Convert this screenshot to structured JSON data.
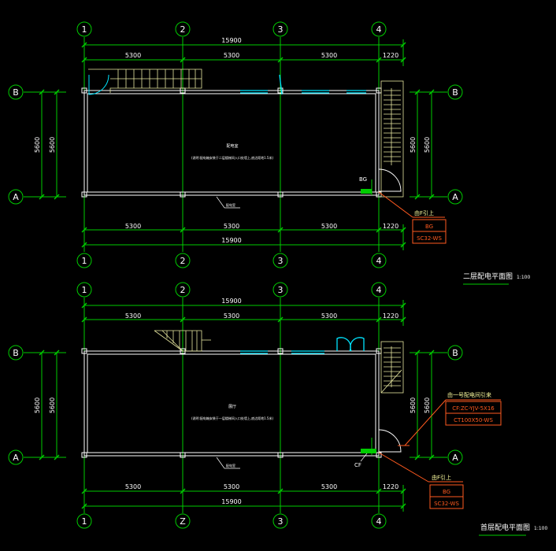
{
  "colors": {
    "background": "#000000",
    "grid_axis": "#00cc00",
    "dim_line": "#00cc00",
    "wall": "#ffffff",
    "stair": "#e8e8a0",
    "window": "#00e5ff",
    "door": "#ffffff",
    "equipment": "#00cc00",
    "annotation": "#ff5a1f",
    "text": "#ffffff",
    "text_yellow": "#ffffa0"
  },
  "upper_plan": {
    "title": "二层配电平面图",
    "scale": "1:100",
    "columns": [
      "1",
      "2",
      "3",
      "4"
    ],
    "rows": [
      "B",
      "A"
    ],
    "dim_total_top": "15900",
    "dim_segments_top": [
      "5300",
      "5300",
      "5300",
      "1220"
    ],
    "dim_segments_bottom": [
      "5300",
      "5300",
      "5300",
      "1220"
    ],
    "dim_total_bottom": "15900",
    "dim_vertical": [
      "5600",
      "5600",
      "5600",
      "5600"
    ],
    "room_name": "配电室",
    "room_note": "(说明:配电箱安装于二层楼梯间入口处墙上,底边距地1.5米)",
    "equip_label": "BG",
    "floor_note": "配电室",
    "callout": {
      "header": "由F引上",
      "line1": "BG",
      "line2": "SC32-WS"
    }
  },
  "lower_plan": {
    "title": "首层配电平面图",
    "scale": "1:100",
    "columns": [
      "1",
      "Z",
      "3",
      "4"
    ],
    "rows": [
      "B",
      "A"
    ],
    "dim_total_top": "15900",
    "dim_segments_top": [
      "5300",
      "5300",
      "5300",
      "1220"
    ],
    "dim_segments_bottom": [
      "5300",
      "5300",
      "5300",
      "1220"
    ],
    "dim_total_bottom": "15900",
    "dim_vertical": [
      "5600",
      "5600",
      "5600",
      "5600"
    ],
    "room_name": "展厅",
    "room_note": "(说明:配电箱安装于一层楼梯间入口处墙上,底边距地1.5米)",
    "equip_label": "CF",
    "floor_note": "配电室",
    "callout_cable": {
      "header": "由一号配电间引来",
      "line1": "CF:ZC-YJV-5X16",
      "line2": "CT100X50-WS"
    },
    "callout": {
      "header": "由F引上",
      "line1": "BG",
      "line2": "SC32-WS"
    }
  }
}
